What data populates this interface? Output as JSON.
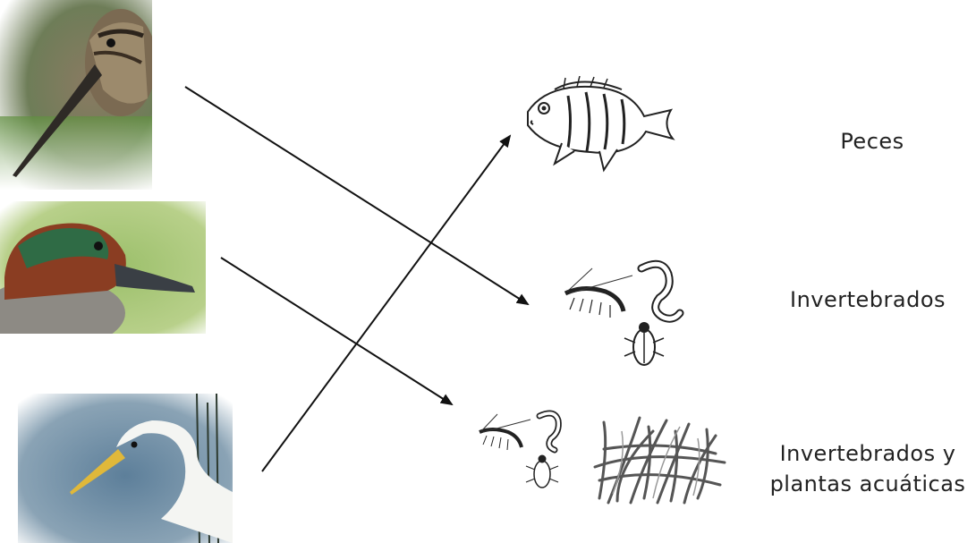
{
  "labels": {
    "fish": "Peces",
    "invertebrates": "Invertebrados",
    "invertebrates_plants_line1": "Invertebrados y",
    "invertebrates_plants_line2": "plantas acuáticas"
  },
  "birds": [
    {
      "name": "snipe-photo",
      "beak_color": "#2e2a26"
    },
    {
      "name": "teal-photo",
      "head_color": "#2f6b45"
    },
    {
      "name": "egret-photo",
      "beak_color": "#e0b83a"
    }
  ],
  "colors": {
    "arrow": "#111111",
    "text": "#222222"
  }
}
